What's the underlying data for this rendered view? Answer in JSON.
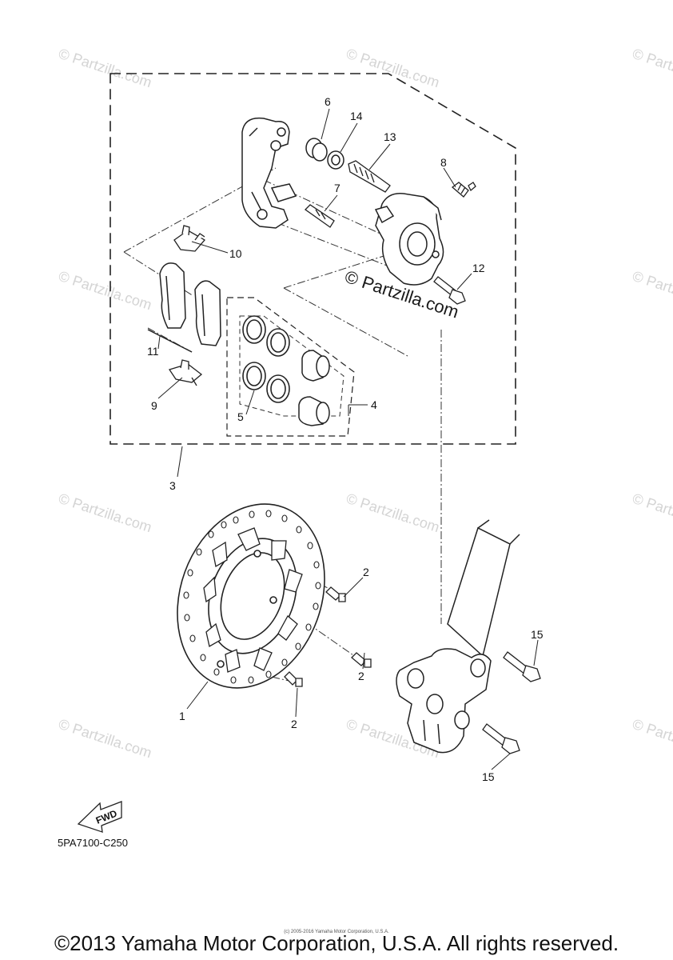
{
  "callouts": {
    "c1": "1",
    "c2a": "2",
    "c2b": "2",
    "c2c": "2",
    "c3": "3",
    "c4": "4",
    "c5": "5",
    "c6": "6",
    "c7": "7",
    "c8": "8",
    "c9": "9",
    "c10": "10",
    "c11": "11",
    "c12": "12",
    "c13": "13",
    "c14": "14",
    "c15a": "15",
    "c15b": "15"
  },
  "watermark": {
    "site": "© Partzilla.com",
    "featured": "© Partzilla.com"
  },
  "direction_badge": "FWD",
  "diagram_code": "5PA7100-C250",
  "fine_print": "(c) 2005-2016 Yamaha Motor Corporation, U.S.A.",
  "copyright": "©2013 Yamaha Motor Corporation, U.S.A. All rights reserved."
}
